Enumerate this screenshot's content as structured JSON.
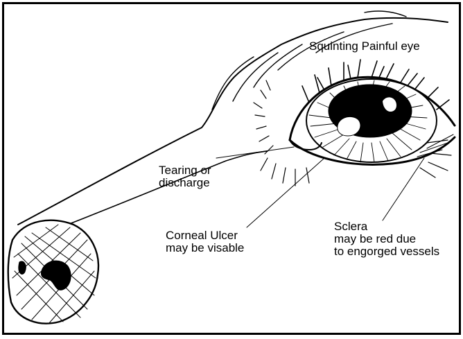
{
  "labels": {
    "painful_eye": [
      "Squinting Painful eye"
    ],
    "tearing": [
      "Tearing or",
      "discharge"
    ],
    "corneal_ulcer": [
      "Corneal Ulcer",
      "may be visable"
    ],
    "sclera": [
      "Sclera",
      "may be red due",
      "to engorged vessels"
    ]
  }
}
